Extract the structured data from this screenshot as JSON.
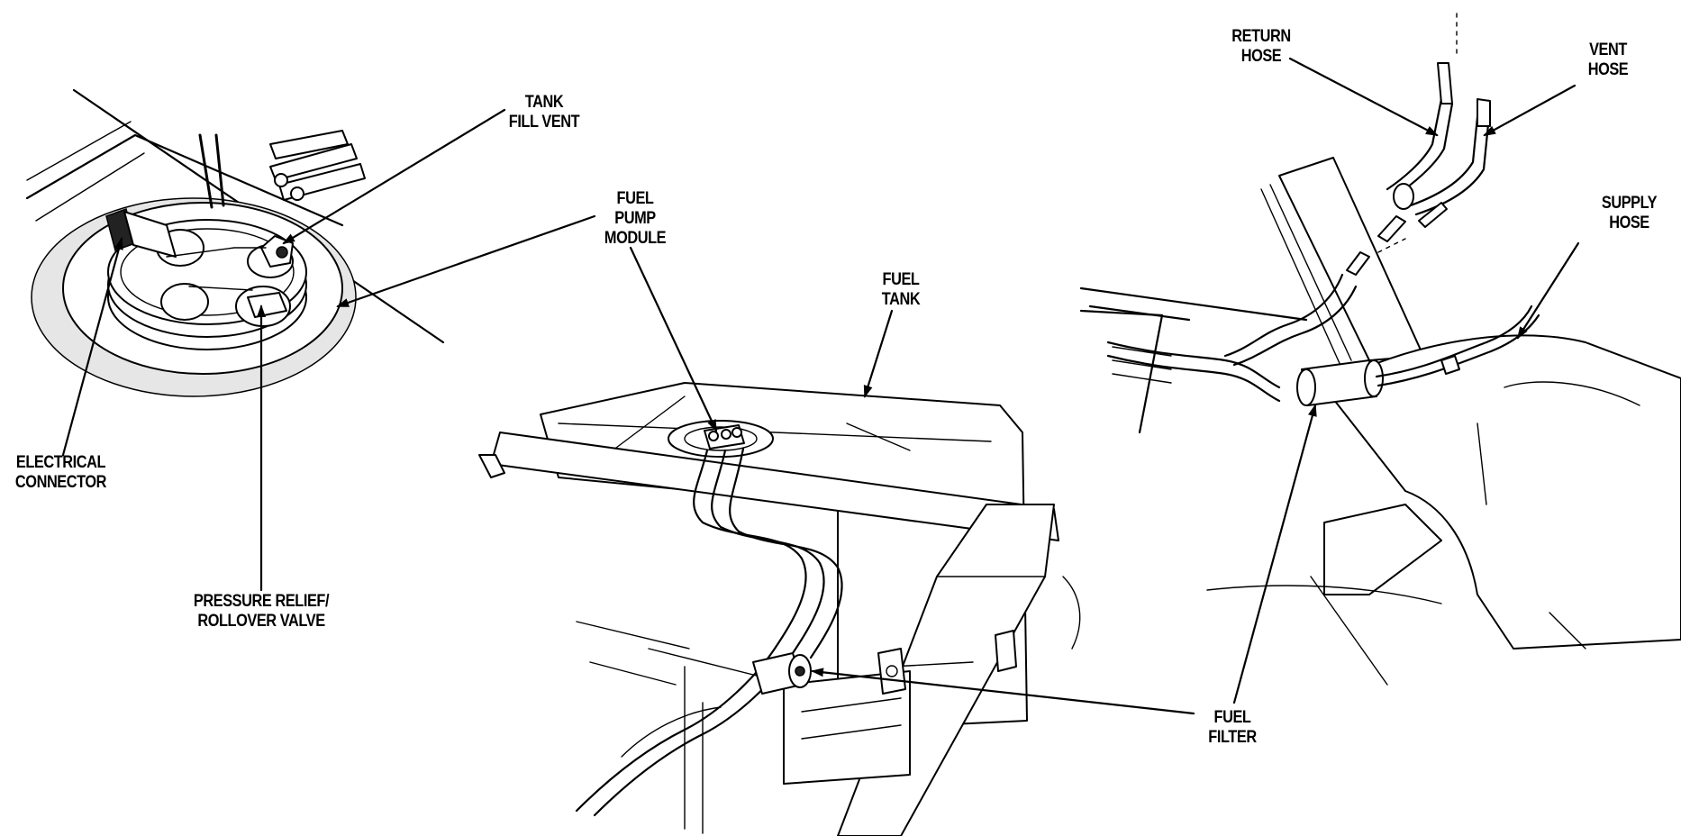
{
  "labels": {
    "tank_fill_vent": [
      "TANK",
      "FILL VENT"
    ],
    "fuel_pump_module": [
      "FUEL",
      "PUMP",
      "MODULE"
    ],
    "fuel_tank": [
      "FUEL",
      "TANK"
    ],
    "electrical_connector": [
      "ELECTRICAL",
      "CONNECTOR"
    ],
    "pressure_relief": [
      "PRESSURE RELIEF/",
      "ROLLOVER VALVE"
    ],
    "fuel_filter": [
      "FUEL",
      "FILTER"
    ],
    "return_hose": [
      "RETURN",
      "HOSE"
    ],
    "vent_hose": [
      "VENT",
      "HOSE"
    ],
    "supply_hose": [
      "SUPPLY",
      "HOSE"
    ]
  },
  "icons": {
    "pump_module_detail": "fuel-pump-module-illustration",
    "tank_assembly": "fuel-tank-illustration",
    "hose_routing": "hose-routing-illustration"
  }
}
